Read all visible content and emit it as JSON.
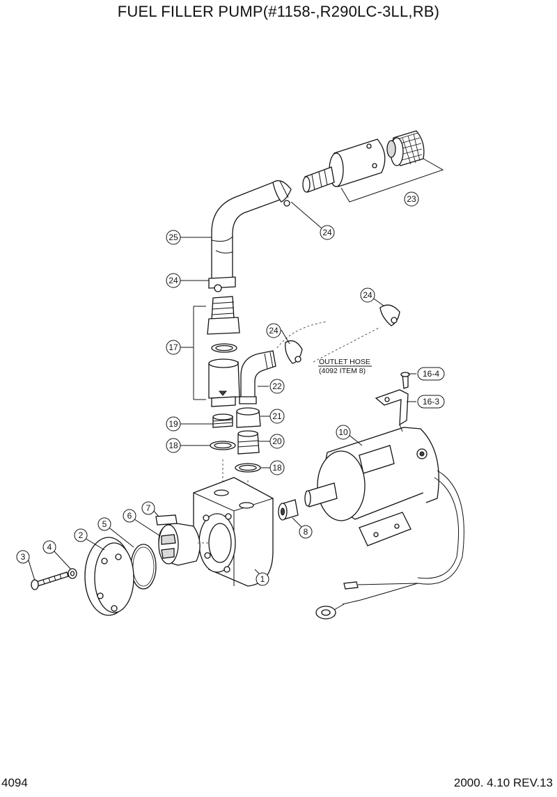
{
  "title": "FUEL FILLER PUMP(#1158-,R290LC-3LL,RB)",
  "page_number": "4094",
  "revision": "2000. 4.10  REV.13",
  "outlet_note": {
    "line1": "OUTLET HOSE",
    "line2": "(4092 ITEM 8)"
  },
  "callouts": [
    "1",
    "2",
    "3",
    "4",
    "5",
    "6",
    "7",
    "8",
    "10",
    "16-3",
    "16-4",
    "17",
    "18",
    "18",
    "19",
    "20",
    "21",
    "22",
    "23",
    "24",
    "24",
    "24",
    "24",
    "25"
  ]
}
